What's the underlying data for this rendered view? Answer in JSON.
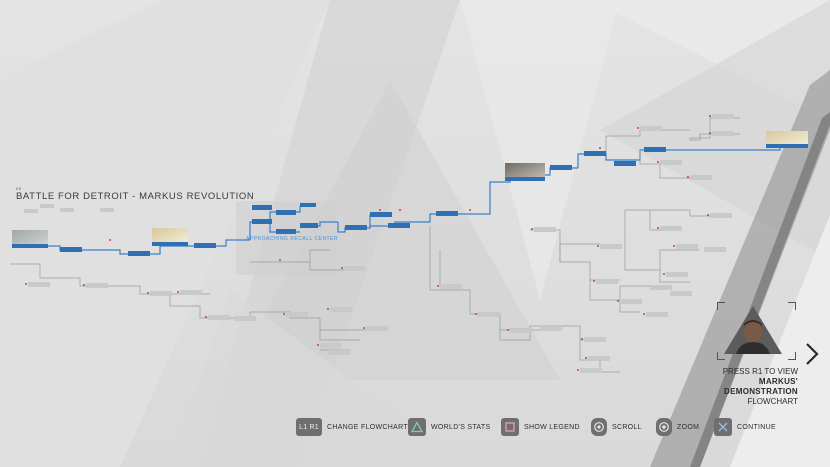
{
  "chapter": {
    "number": "ƐƐ",
    "title": "BATTLE FOR DETROIT - MARKUS REVOLUTION"
  },
  "section_label": "APPROACHING RECALL CENTER",
  "next_flowchart": {
    "line1": "PRESS R1 TO VIEW",
    "line2": "MARKUS'",
    "line3": "DEMONSTRATION",
    "line4": "FLOWCHART"
  },
  "controls": [
    {
      "key": "L1 R1",
      "label": "CHANGE FLOWCHART",
      "icon": "l1-r1-button-icon"
    },
    {
      "key": "",
      "label": "WORLD'S STATS",
      "icon": "triangle-button-icon"
    },
    {
      "key": "",
      "label": "SHOW LEGEND",
      "icon": "square-button-icon"
    },
    {
      "key": "",
      "label": "SCROLL",
      "icon": "left-stick-icon"
    },
    {
      "key": "",
      "label": "ZOOM",
      "icon": "right-stick-icon"
    },
    {
      "key": "",
      "label": "CONTINUE",
      "icon": "cross-button-icon"
    }
  ],
  "colors": {
    "path_taken": "#3a7fc9",
    "path_untaken": "#9a9a9a",
    "node_fill": "#2f6fb4",
    "node_untaken": "#c8c8c8",
    "marker": "#d04040"
  }
}
